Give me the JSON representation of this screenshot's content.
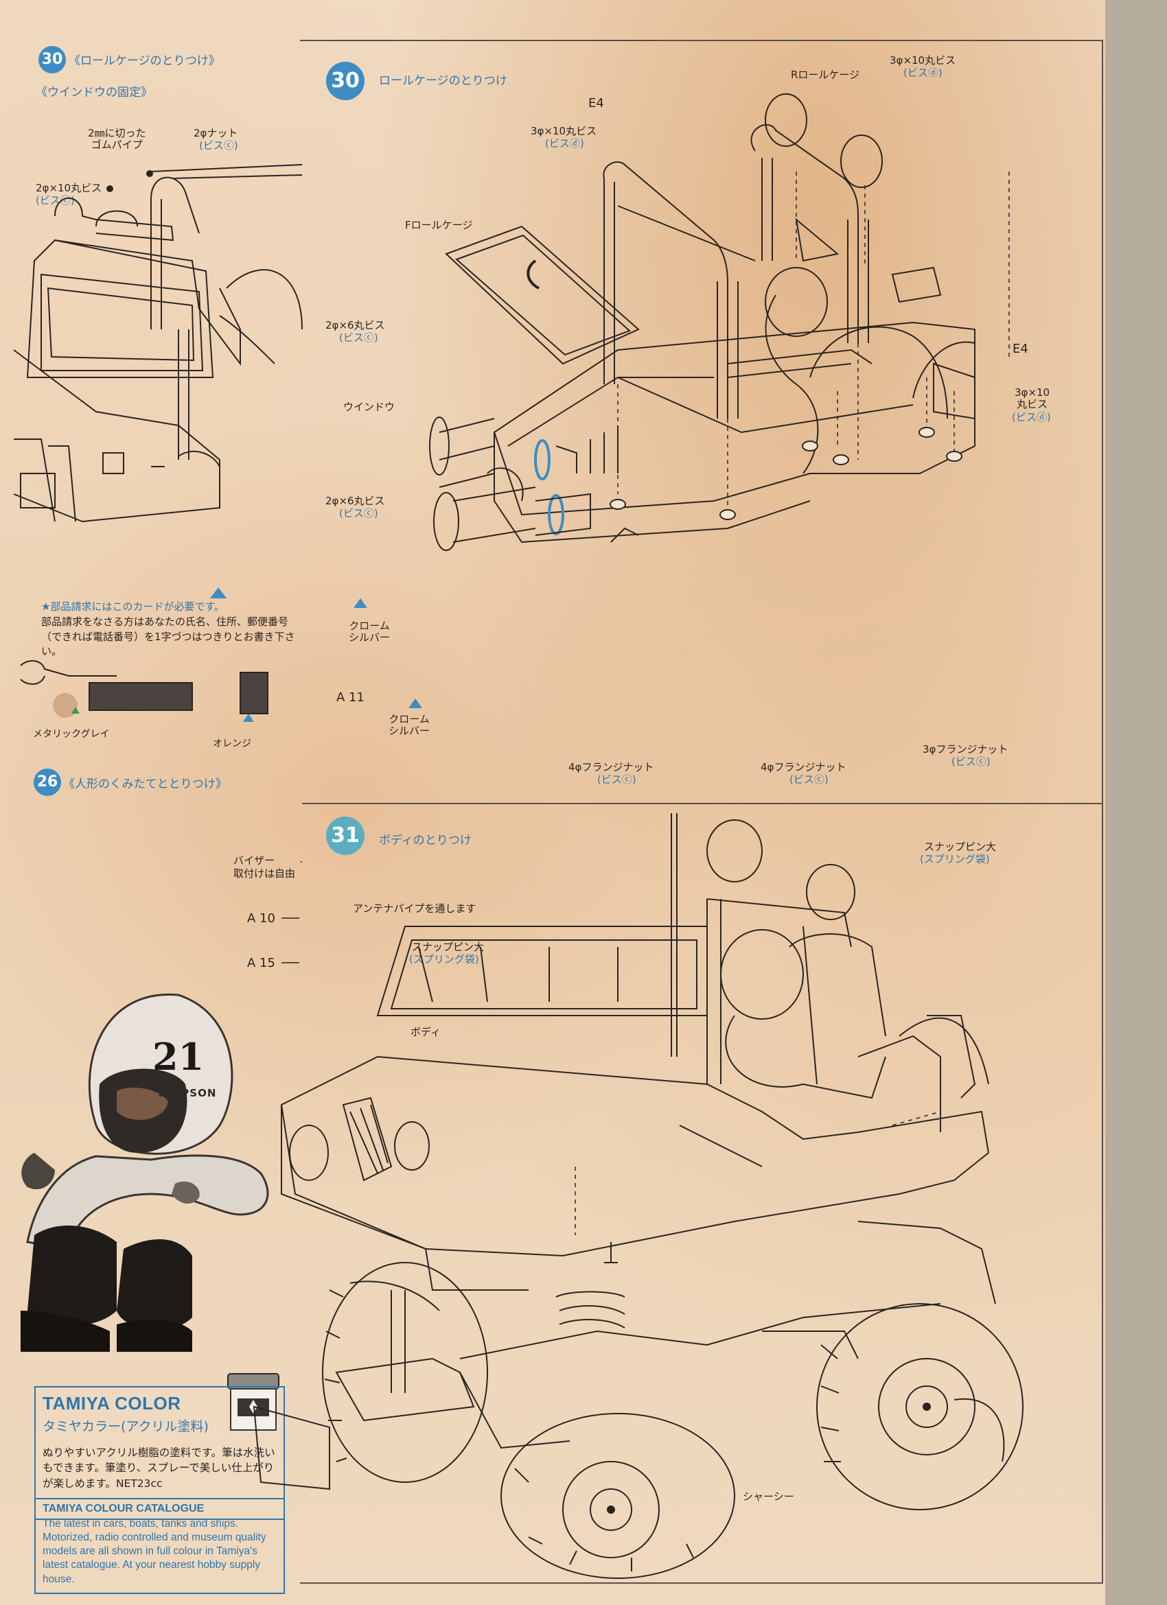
{
  "left": {
    "step30": {
      "number": "30",
      "title": "《ロールケージのとりつけ》",
      "subtitle": "《ウインドウの固定》"
    },
    "labels": {
      "rubber_pipe": "2㎜に切った\nゴムパイプ",
      "nut": "2φナット",
      "nut_sub": "(ビスⓒ)",
      "screw": "2φ×10丸ビス",
      "screw_sub": "(ビスⓒ)"
    },
    "note": {
      "first": "★部品請求にはこのカードが必要です。",
      "rest": "部品請求をなさる方はあなたの氏名、住所、郵便番号（できれば電話番号）を1字づつはつきりとお書き下さい。"
    },
    "paint_metallic": "メタリックグレイ",
    "paint_orange": "オレンジ",
    "step26": {
      "number": "26",
      "title": "《人形のくみたてととりつけ》"
    },
    "visor1": "バイザー",
    "visor2": "取付けは自由",
    "a10": "A 10",
    "a15": "A 15",
    "helmet_number": "21",
    "helmet_brand": "SIMPSON",
    "tamiya_color": {
      "title": "TAMIYA COLOR",
      "subtitle": "タミヤカラー(アクリル塗料)",
      "body": "ぬりやすいアクリル樹脂の塗料です。筆は水洗いもできます。筆塗り、スプレーで美しい仕上がりが楽しめます。NET23cc"
    },
    "catalogue": {
      "title": "TAMIYA COLOUR CATALOGUE",
      "body": "The latest in cars, boats, tanks and ships. Motorized, radio controlled and museum quality models are all shown in full colour in Tamiya's latest catalogue. At your nearest hobby supply house."
    }
  },
  "step30": {
    "number": "30",
    "title": "ロールケージのとりつけ",
    "labels": {
      "r_cage": "Rロールケージ",
      "screw_3x10_top": "3φ×10丸ビス",
      "screw_3x10_top_sub": "(ビスⓓ)",
      "e4_top": "E4",
      "screw_3x10_mid": "3φ×10丸ビス",
      "screw_3x10_mid_sub": "(ビスⓓ)",
      "f_cage": "Fロールケージ",
      "screw_2x6_a": "2φ×6丸ビス",
      "screw_2x6_a_sub": "(ビスⓒ)",
      "window": "ウインドウ",
      "e4_right": "E4",
      "screw_3x10_right": "3φ×10\n丸ビス",
      "screw_3x10_right_sub": "(ビスⓓ)",
      "screw_2x6_b": "2φ×6丸ビス",
      "screw_2x6_b_sub": "(ビスⓒ)",
      "chrome_silver_1": "クローム\nシルバー",
      "a11": "A 11",
      "chrome_silver_2": "クローム\nシルバー",
      "flange_nut_4a": "4φフランジナット",
      "flange_nut_4a_sub": "(ビスⓒ)",
      "flange_nut_4b": "4φフランジナット",
      "flange_nut_4b_sub": "(ビスⓒ)",
      "flange_nut_3": "3φフランジナット",
      "flange_nut_3_sub": "(ビスⓒ)"
    }
  },
  "step31": {
    "number": "31",
    "title": "ボディのとりつけ",
    "labels": {
      "snap_pin_right": "スナップピン大",
      "snap_pin_right_sub": "(スプリング袋)",
      "antenna": "アンテナパイプを通します",
      "snap_pin_left": "スナップピン大",
      "snap_pin_left_sub": "(スプリング袋)",
      "body": "ボディ",
      "chassis": "シャーシー"
    }
  },
  "colors": {
    "accent_blue": "#2f76ad",
    "badge_blue": "#3d8cc4",
    "ink": "#2b2420",
    "paper": "#efd7b7"
  }
}
